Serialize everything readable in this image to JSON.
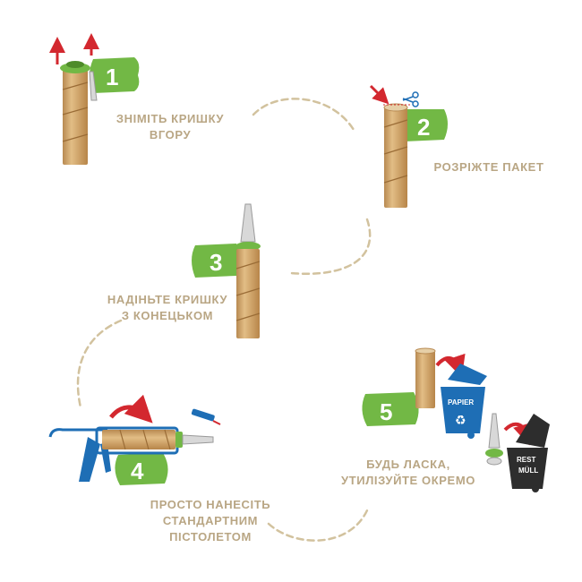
{
  "steps": [
    {
      "number": "1",
      "line1": "ЗНІМІТЬ КРИШКУ",
      "line2": "ВГОРУ"
    },
    {
      "number": "2",
      "line1": "РОЗРІЖТЕ ПАКЕТ"
    },
    {
      "number": "3",
      "line1": "НАДІНЬТЕ КРИШКУ",
      "line2": "З КОНЕЦЬКОМ"
    },
    {
      "number": "4",
      "line1": "ПРОСТО НАНЕСІТЬ",
      "line2": "СТАНДАРТНИМ",
      "line3": "ПІСТОЛЕТОМ"
    },
    {
      "number": "5",
      "line1": "БУДЬ ЛАСКА,",
      "line2": "УТИЛІЗУЙТЕ ОКРЕМО"
    }
  ],
  "bins": {
    "paper_label": "PAPIER",
    "rest_label_1": "REST",
    "rest_label_2": "MÜLL"
  },
  "colors": {
    "green": "#72b845",
    "label": "#b9a684",
    "dash": "#d2c29e",
    "tube": "#cfa36c",
    "red": "#d3282f",
    "blue": "#1e6eb5",
    "bin_dark": "#2d2d2d"
  }
}
